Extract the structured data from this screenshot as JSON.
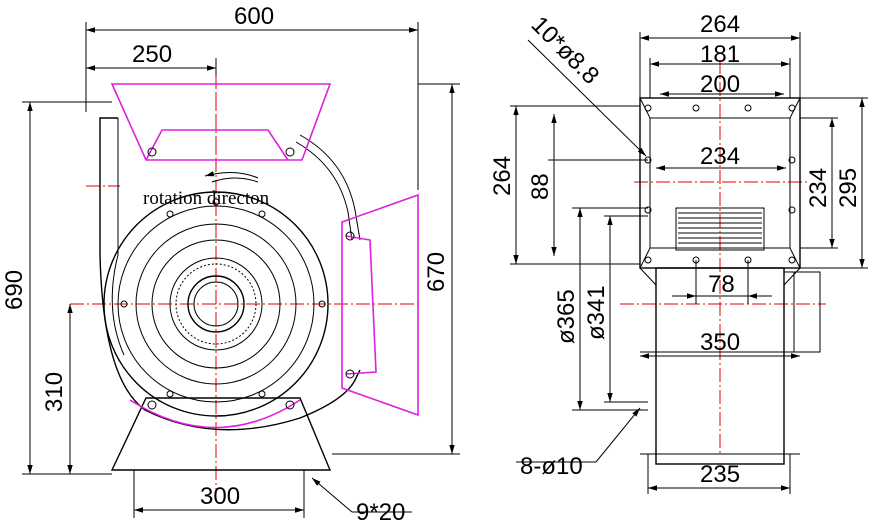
{
  "side_view": {
    "dims": {
      "width_total": "600",
      "width_half": "250",
      "height_total": "690",
      "height_outlet": "670",
      "height_center": "310",
      "base_width": "300",
      "slot": "9*20"
    },
    "rotation_label": "rotation directon"
  },
  "front_view": {
    "dims": {
      "flange_outer": "264",
      "flange_holes": "181",
      "flange_span": "200",
      "holes_spec": "10*ø8.8",
      "opening_w": "234",
      "flange_h": "264",
      "offset": "88",
      "opening_h": "234",
      "flange_h_outer": "295",
      "dia_outer": "ø365",
      "dia_inner": "ø341",
      "hole_pitch": "78",
      "body_w": "350",
      "base_holes": "8-ø10",
      "base_w": "235"
    }
  },
  "colors": {
    "outlet": "#e020e0",
    "centerline": "#e00000",
    "lines": "#000000"
  }
}
